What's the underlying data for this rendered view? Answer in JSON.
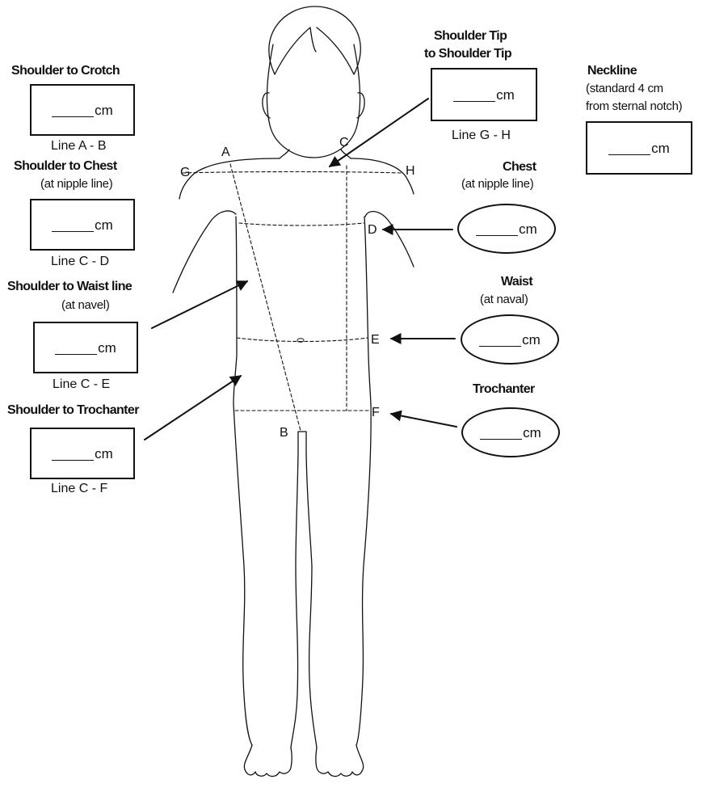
{
  "unit": "cm",
  "points": {
    "a": "A",
    "b": "B",
    "c": "C",
    "d": "D",
    "e": "E",
    "f": "F",
    "g": "G",
    "h": "H"
  },
  "measurements": {
    "shoulder_to_crotch": {
      "title": "Shoulder to Crotch",
      "line": "Line A - B"
    },
    "shoulder_to_chest": {
      "title": "Shoulder to Chest",
      "note": "(at nipple line)",
      "line": "Line C - D"
    },
    "shoulder_to_waist": {
      "title": "Shoulder to Waist line",
      "note": "(at navel)",
      "line": "Line C - E"
    },
    "shoulder_to_trochanter": {
      "title": "Shoulder to Trochanter",
      "line": "Line C - F"
    },
    "shoulder_tip": {
      "title_line1": "Shoulder Tip",
      "title_line2": "to Shoulder Tip",
      "line": "Line G - H"
    },
    "neckline": {
      "title": "Neckline",
      "note_line1": "(standard 4 cm",
      "note_line2": "from sternal notch)"
    },
    "chest": {
      "title": "Chest",
      "note": "(at nipple line)"
    },
    "waist": {
      "title": "Waist",
      "note": "(at naval)"
    },
    "trochanter": {
      "title": "Trochanter"
    }
  }
}
